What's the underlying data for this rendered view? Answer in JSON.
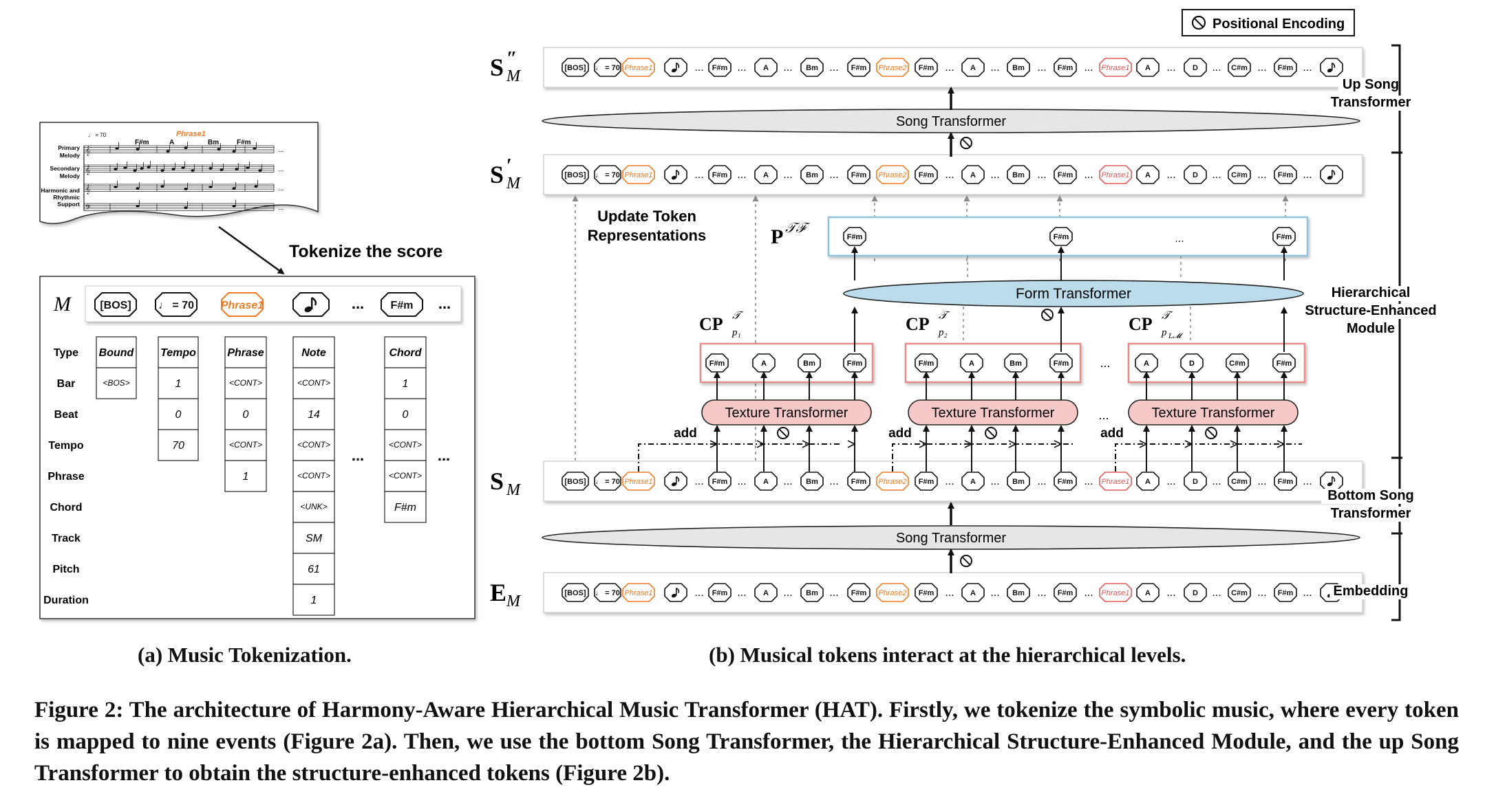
{
  "panel_a": {
    "score": {
      "tempo_mark": "♩ = 70",
      "phrase_label": "Phrase1",
      "chords": [
        "F#m",
        "A",
        "Bm",
        "F#m"
      ],
      "staff_labels": [
        [
          "Primary",
          "Melody"
        ],
        [
          "Secondary",
          "Melody"
        ],
        [
          "Harmonic and",
          "Rhythmic",
          "Support"
        ]
      ],
      "ellipsis": "..."
    },
    "tokenize_label": "Tokenize the score",
    "sequence_symbol": "M",
    "tokens": [
      "[BOS]",
      "♩ = 70",
      "Phrase1",
      "note",
      "...",
      "F#m",
      "..."
    ],
    "row_labels": [
      "Type",
      "Bar",
      "Beat",
      "Tempo",
      "Phrase",
      "Chord",
      "Track",
      "Pitch",
      "Duration"
    ],
    "columns": [
      {
        "cells": [
          "Bound",
          "<BOS>"
        ]
      },
      {
        "cells": [
          "Tempo",
          "1",
          "0",
          "70"
        ]
      },
      {
        "cells": [
          "Phrase",
          "<CONT>",
          "0",
          "<CONT>",
          "1"
        ]
      },
      {
        "cells": [
          "Note",
          "<CONT>",
          "14",
          "<CONT>",
          "<CONT>",
          "<UNK>",
          "SM",
          "61",
          "1"
        ]
      },
      {
        "cells": [
          "Chord",
          "1",
          "0",
          "<CONT>",
          "<CONT>",
          "F#m"
        ]
      }
    ],
    "ellipsis": "...",
    "caption": "(a) Music Tokenization."
  },
  "panel_b": {
    "legend": "Positional Encoding",
    "seq_labels": {
      "s2": [
        "S",
        "″",
        "M"
      ],
      "s1": [
        "S",
        "′",
        "M"
      ],
      "s0": [
        "S",
        "",
        "M"
      ],
      "e": [
        "E",
        "",
        "M"
      ]
    },
    "sequence_tokens": [
      "[BOS]",
      "♩ = 70",
      "Phrase1",
      "note",
      "...",
      "F#m",
      "...",
      "A",
      "...",
      "Bm",
      "...",
      "F#m",
      "Phrase2",
      "F#m",
      "...",
      "A",
      "...",
      "Bm",
      "...",
      "F#m",
      "...",
      "Phrase1",
      "A",
      "...",
      "D",
      "...",
      "C#m",
      "...",
      "F#m",
      "...",
      "note"
    ],
    "song_transformer": "Song Transformer",
    "form_transformer": "Form Transformer",
    "texture_transformer": "Texture Transformer",
    "update_label": [
      "Update Token",
      "Representations"
    ],
    "add_label": "add",
    "p_label": [
      "P",
      "𝒯ℱ"
    ],
    "cp_labels": [
      {
        "base": "CP",
        "sup": "𝒯",
        "sub": "p₁"
      },
      {
        "base": "CP",
        "sup": "𝒯",
        "sub": "p₂"
      },
      {
        "base": "CP",
        "sup": "𝒯",
        "sub": "p_{L_M}"
      }
    ],
    "form_tokens": [
      "F#m",
      "F#m",
      "...",
      "F#m"
    ],
    "cp_tokens": [
      [
        "F#m",
        "A",
        "Bm",
        "F#m"
      ],
      [
        "F#m",
        "A",
        "Bm",
        "F#m"
      ],
      [
        "A",
        "D",
        "C#m",
        "F#m"
      ]
    ],
    "ellipsis": "...",
    "right_labels": {
      "up": [
        "Up Song",
        "Transformer"
      ],
      "hier": [
        "Hierarchical",
        "Structure-Enhanced",
        "Module"
      ],
      "bottom": [
        "Bottom Song",
        "Transformer"
      ],
      "embedding": "Embedding"
    },
    "caption": "(b) Musical tokens interact at the hierarchical levels.",
    "colors": {
      "phrase_orange": "#f27a22",
      "phrase_red": "#e05a5a",
      "texture_fill": "#f7c8c8",
      "form_fill": "#bcdbeb",
      "song_fill": "#e6e6e6"
    }
  },
  "caption": "Figure 2: The architecture of Harmony-Aware Hierarchical Music Transformer (HAT). Firstly, we tokenize the symbolic music, where every token is mapped to nine events (Figure 2a). Then, we use the bottom Song Transformer, the Hierarchical Structure-Enhanced Module, and the up Song Transformer to obtain the structure-enhanced tokens (Figure 2b)."
}
